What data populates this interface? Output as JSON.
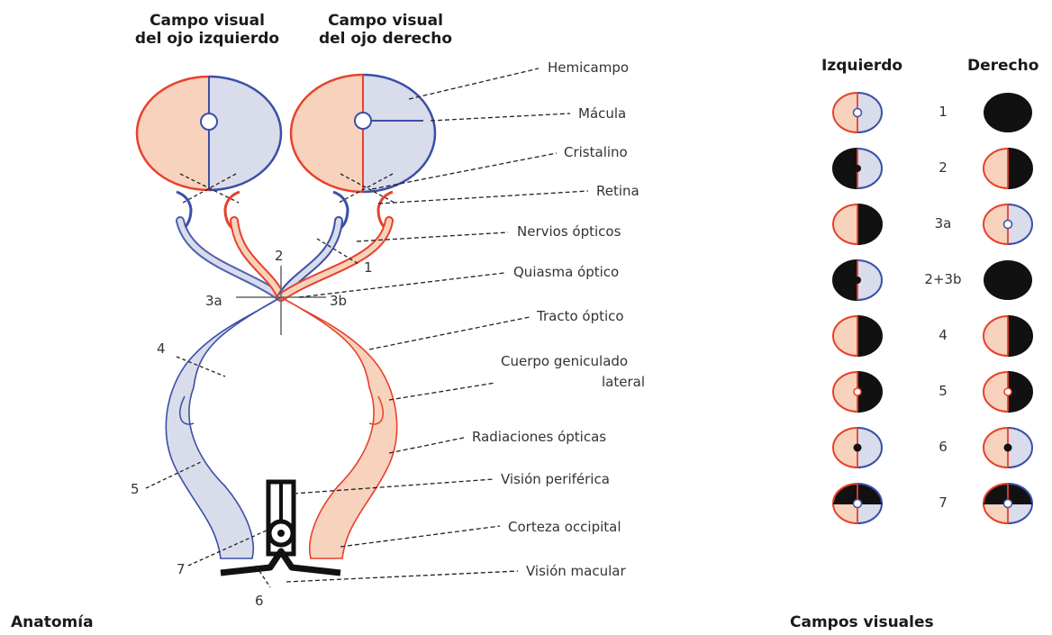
{
  "headers": {
    "left_field": [
      "Campo visual",
      "del ojo izquierdo"
    ],
    "right_field": [
      "Campo visual",
      "del ojo derecho"
    ],
    "col_left": "Izquierdo",
    "col_right": "Derecho"
  },
  "labels": [
    {
      "id": "hemicampo",
      "text": "Hemicampo"
    },
    {
      "id": "macula",
      "text": "Mácula"
    },
    {
      "id": "cristalino",
      "text": "Cristalino"
    },
    {
      "id": "retina",
      "text": "Retina"
    },
    {
      "id": "nervios",
      "text": "Nervios ópticos"
    },
    {
      "id": "quiasma",
      "text": "Quiasma óptico"
    },
    {
      "id": "tracto",
      "text": "Tracto óptico"
    },
    {
      "id": "cuerpo1",
      "text": "Cuerpo geniculado"
    },
    {
      "id": "cuerpo2",
      "text": "lateral"
    },
    {
      "id": "radiaciones",
      "text": "Radiaciones ópticas"
    },
    {
      "id": "periferica",
      "text": "Visión periférica"
    },
    {
      "id": "corteza",
      "text": "Corteza occipital"
    },
    {
      "id": "macular",
      "text": "Visión macular"
    }
  ],
  "anatomy_numbers": [
    "1",
    "2",
    "3a",
    "3b",
    "4",
    "5",
    "6",
    "7"
  ],
  "field_rows": [
    {
      "label": "1",
      "left": "normal",
      "right": "black"
    },
    {
      "label": "2",
      "left": "black-left",
      "right": "black-right"
    },
    {
      "label": "3a",
      "left": "black-right",
      "right": "normal"
    },
    {
      "label": "2+3b",
      "left": "black-left",
      "right": "black"
    },
    {
      "label": "4",
      "left": "black-right",
      "right": "black-right"
    },
    {
      "label": "5",
      "left": "black-right-spot",
      "right": "black-right-spot"
    },
    {
      "label": "6",
      "left": "normal-dot",
      "right": "normal-dot"
    },
    {
      "label": "7",
      "left": "black-top",
      "right": "black-top"
    }
  ],
  "captions": {
    "anatomy": "Anatomía",
    "fields": "Campos visuales"
  },
  "colors": {
    "temporal": "#f7d2bd",
    "nasal": "#d9dcea",
    "red_line": "#e8412b",
    "blue_line": "#3a4fa8",
    "black": "#111111"
  }
}
